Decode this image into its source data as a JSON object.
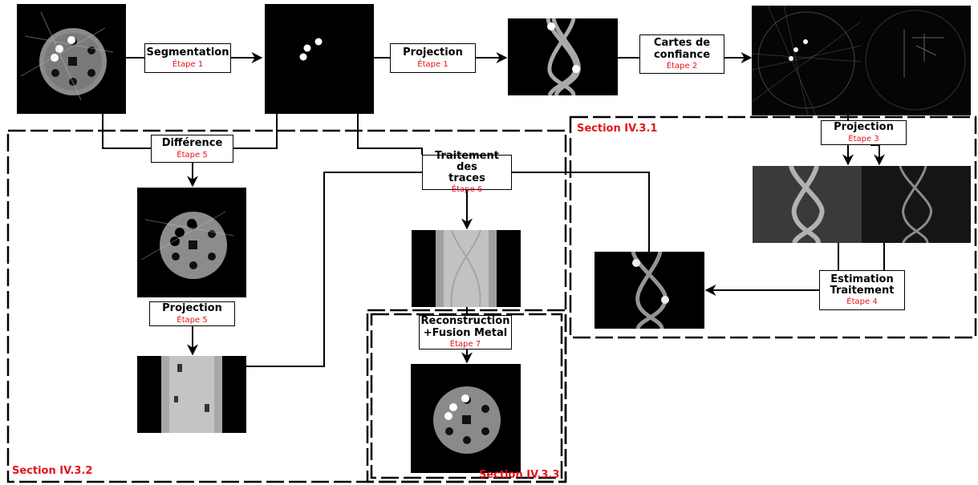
{
  "steps": {
    "segmentation": {
      "title": "Segmentation",
      "step": "Étape 1"
    },
    "projection1": {
      "title": "Projection",
      "step": "Étape 1"
    },
    "cartes": {
      "title1": "Cartes de",
      "title2": "confiance",
      "step": "Étape 2"
    },
    "projection3": {
      "title": "Projection",
      "step": "Étape 3"
    },
    "estimation": {
      "title1": "Estimation",
      "title2": "Traitement",
      "step": "Étape 4"
    },
    "difference": {
      "title": "Différence",
      "step": "Étape 5"
    },
    "projection5": {
      "title": "Projection",
      "step": "Étape 5"
    },
    "traitement": {
      "title1": "Traitement des",
      "title2": "traces",
      "step": "Étape 6"
    },
    "reconstruction": {
      "title1": "Reconstruction",
      "title2": "+Fusion Metal",
      "step": "Étape 7"
    }
  },
  "sections": {
    "s331": "Section IV.3.1",
    "s332": "Section IV.3.2",
    "s333": "Section IV.3.3"
  },
  "colors": {
    "accent": "#e4141b",
    "line": "#000000"
  }
}
